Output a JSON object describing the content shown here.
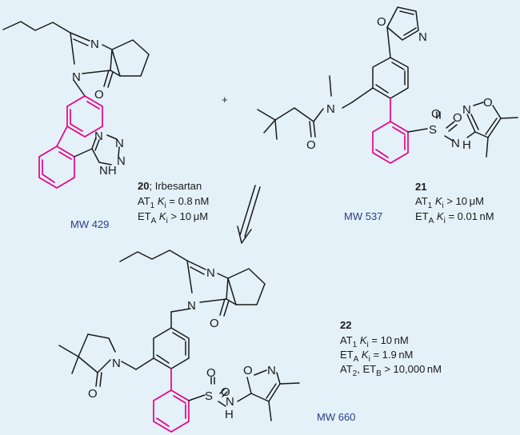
{
  "compounds": {
    "c20": {
      "number": "20",
      "name": "; Irbesartan",
      "at1_label": "AT",
      "at1_sub": "1",
      "k": "K",
      "k_sub": "i",
      "at1_value": " = 0.8 nM",
      "eta_label": "ET",
      "eta_sub": "A",
      "eta_value": " > 10 μM",
      "mw": "MW 429"
    },
    "c21": {
      "number": "21",
      "at1_label": "AT",
      "at1_sub": "1",
      "k": "K",
      "k_sub": "i",
      "at1_value": " > 10 μM",
      "eta_label": "ET",
      "eta_sub": "A",
      "eta_value": " = 0.01 nM",
      "mw": "MW 537"
    },
    "c22": {
      "number": "22",
      "at1_label": "AT",
      "at1_sub": "1",
      "k": "K",
      "k_sub": "i",
      "at1_value": " = 10 nM",
      "eta_label": "ET",
      "eta_sub": "A",
      "eta_value": " = 1.9 nM",
      "at2_label": "AT",
      "at2_sub": "2",
      "etb_label": ", ET",
      "etb_sub": "B",
      "at2_value": " > 10,000 nM",
      "mw": "MW 660"
    }
  },
  "plus": "+",
  "atoms": {
    "N": "N",
    "O": "O",
    "S": "S",
    "H": "H",
    "NH": "NH"
  },
  "colors": {
    "background": "#e4f1f8",
    "biphenyl": "#e6008a",
    "mw_text": "#2b3c8c",
    "bonds": "#1a1a1a"
  }
}
